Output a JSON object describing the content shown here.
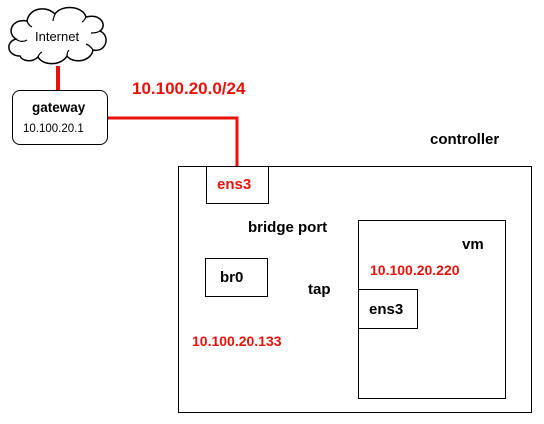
{
  "cloud": {
    "label": "Internet"
  },
  "gateway": {
    "title": "gateway",
    "ip": "10.100.20.1"
  },
  "network": {
    "subnet": "10.100.20.0/24"
  },
  "controller": {
    "label": "controller",
    "ens3_label": "ens3",
    "bridge_port_label": "bridge port",
    "br0_label": "br0",
    "tap_label": "tap",
    "br0_ip": "10.100.20.133"
  },
  "vm": {
    "label": "vm",
    "ip": "10.100.20.220",
    "ens3_label": "ens3"
  },
  "colors": {
    "highlight": "#e8120c",
    "line": "#000000"
  }
}
